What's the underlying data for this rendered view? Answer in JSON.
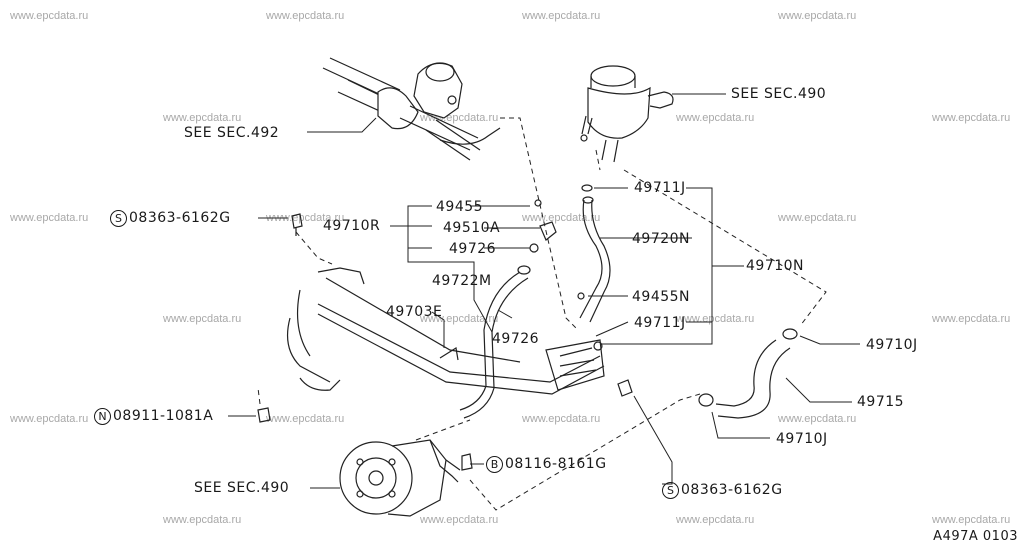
{
  "watermark": "www.epcdata.ru",
  "diagram_code": "A497A 0103",
  "labels": {
    "see_sec_492": "SEE SEC.492",
    "see_sec_490_top": "SEE SEC.490",
    "see_sec_490_bottom": "SEE SEC.490",
    "p49455_top": "49455",
    "p49510A": "49510A",
    "p49726_a": "49726",
    "p49710R": "49710R",
    "p49722M": "49722M",
    "p49703E": "49703E",
    "p49726_b": "49726",
    "p49711J_top": "49711J",
    "p49720N": "49720N",
    "p49710N": "49710N",
    "p49455N": "49455N",
    "p49711J_bottom": "49711J",
    "p49710J_right": "49710J",
    "p49715": "49715",
    "p49710J_bottom": "49710J",
    "bolt_s_top": {
      "prefix": "S",
      "text": "08363-6162G"
    },
    "nut_n": {
      "prefix": "N",
      "text": "08911-1081A"
    },
    "bolt_b": {
      "prefix": "B",
      "text": "08116-8161G"
    },
    "bolt_s_bottom": {
      "prefix": "S",
      "text": "08363-6162G"
    }
  }
}
